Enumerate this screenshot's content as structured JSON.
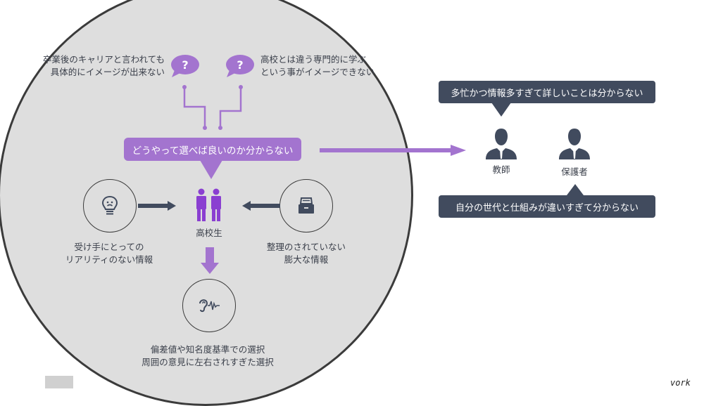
{
  "concerns": {
    "left": [
      "卒業後のキャリアと言われても",
      "具体的にイメージが出来ない"
    ],
    "right": [
      "高校とは違う専門的に学ぶ",
      "という事がイメージできない"
    ],
    "question_icon_glyph": "?"
  },
  "main_problem": "どうやって選べば良いのか分からない",
  "student": {
    "label": "高校生"
  },
  "left_factor": [
    "受け手にとっての",
    "リアリティのない情報"
  ],
  "right_factor": [
    "整理のされていない",
    "膨大な情報"
  ],
  "result": [
    "偏差値や知名度基準での選択",
    "周囲の意見に左右されすぎた選択"
  ],
  "advisors": {
    "teacher": {
      "label": "教師",
      "comment": "多忙かつ情報多すぎて詳しいことは分からない"
    },
    "parent": {
      "label": "保護者",
      "comment": "自分の世代と仕組みが違いすぎて分からない"
    }
  },
  "signature": "vork",
  "colors": {
    "purple": "#a374cf",
    "navy": "#414b5e",
    "circle_bg": "#dedede"
  }
}
